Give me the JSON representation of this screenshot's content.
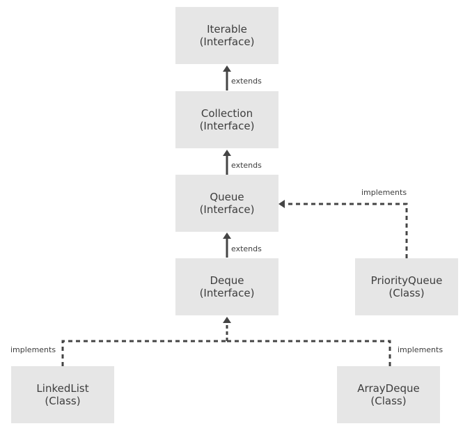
{
  "colors": {
    "node_fill": "#e6e6e6",
    "text": "#3d3d3d",
    "line": "#444444",
    "background": "#ffffff"
  },
  "nodes": {
    "iterable": {
      "name": "Iterable",
      "kind": "(Interface)"
    },
    "collection": {
      "name": "Collection",
      "kind": "(Interface)"
    },
    "queue": {
      "name": "Queue",
      "kind": "(Interface)"
    },
    "deque": {
      "name": "Deque",
      "kind": "(Interface)"
    },
    "priority_queue": {
      "name": "PriorityQueue",
      "kind": "(Class)"
    },
    "linked_list": {
      "name": "LinkedList",
      "kind": "(Class)"
    },
    "array_deque": {
      "name": "ArrayDeque",
      "kind": "(Class)"
    }
  },
  "edges": [
    {
      "from": "Collection",
      "to": "Iterable",
      "label": "extends",
      "style": "solid"
    },
    {
      "from": "Queue",
      "to": "Collection",
      "label": "extends",
      "style": "solid"
    },
    {
      "from": "Deque",
      "to": "Queue",
      "label": "extends",
      "style": "solid"
    },
    {
      "from": "PriorityQueue",
      "to": "Queue",
      "label": "implements",
      "style": "dashed"
    },
    {
      "from": "LinkedList",
      "to": "Deque",
      "label": "implements",
      "style": "dashed"
    },
    {
      "from": "ArrayDeque",
      "to": "Deque",
      "label": "implements",
      "style": "dashed"
    }
  ]
}
